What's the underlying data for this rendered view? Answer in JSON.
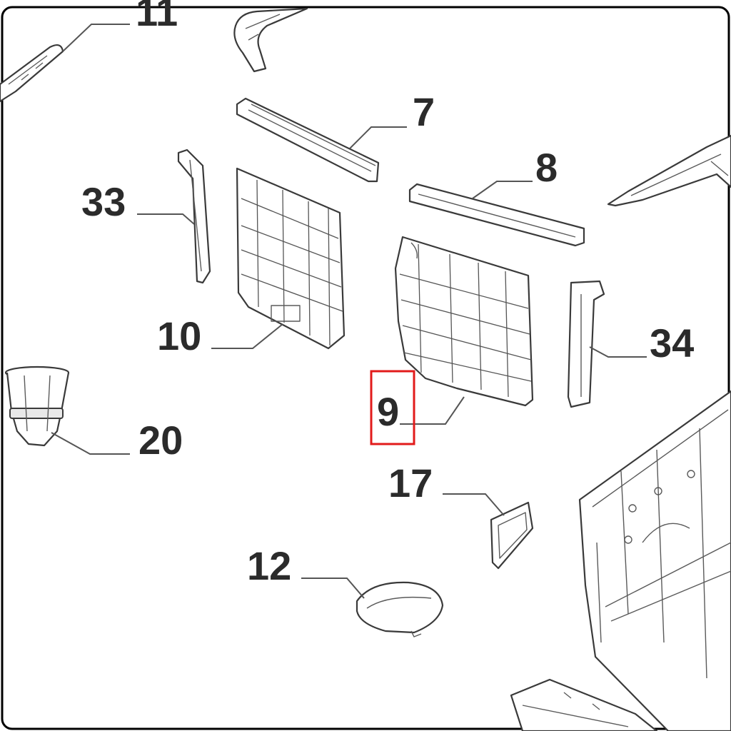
{
  "callouts": [
    {
      "id": "11",
      "text": "11"
    },
    {
      "id": "7",
      "text": "7"
    },
    {
      "id": "8",
      "text": "8"
    },
    {
      "id": "33",
      "text": "33"
    },
    {
      "id": "10",
      "text": "10"
    },
    {
      "id": "34",
      "text": "34"
    },
    {
      "id": "20",
      "text": "20"
    },
    {
      "id": "9",
      "text": "9"
    },
    {
      "id": "17",
      "text": "17"
    },
    {
      "id": "12",
      "text": "12"
    }
  ],
  "highlighted_callout": "9",
  "colors": {
    "highlight": "#e21b1b",
    "line": "#3a3a3a",
    "label": "#2b2b2b",
    "background": "#ffffff"
  }
}
